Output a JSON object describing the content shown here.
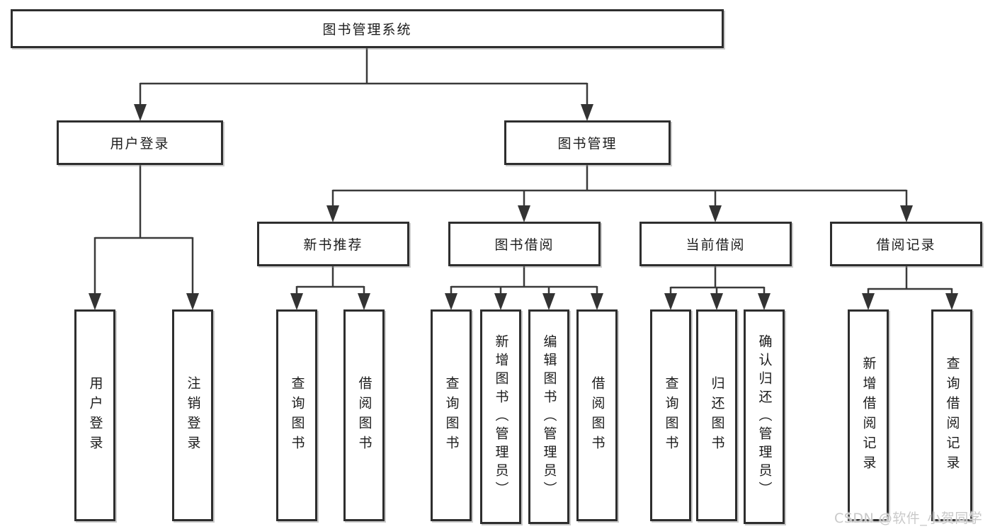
{
  "root": {
    "label": "图书管理系统"
  },
  "level2": {
    "user_login": {
      "label": "用户登录",
      "children": [
        "用户登录",
        "注销登录"
      ]
    },
    "book_management": {
      "label": "图书管理",
      "children": {
        "new_book_recommend": {
          "label": "新书推荐",
          "children": [
            "查询图书",
            "借阅图书"
          ]
        },
        "book_borrowing": {
          "label": "图书借阅",
          "children": [
            "查询图书",
            "新增图书（管理员）",
            "编辑图书（管理员）",
            "借阅图书"
          ]
        },
        "current_borrowing": {
          "label": "当前借阅",
          "children": [
            "查询图书",
            "归还图书",
            "确认归还（管理员）"
          ]
        },
        "borrow_records": {
          "label": "借阅记录",
          "children": [
            "新增借阅记录",
            "查询借阅记录"
          ]
        }
      }
    }
  },
  "watermark": "CSDN @软件_小贺同学",
  "colors": {
    "line": "#3a3a3a",
    "box_border": "#2e2e2e",
    "text": "#1c1c1c",
    "watermark": "#c9c9c9",
    "background": "#ffffff"
  }
}
